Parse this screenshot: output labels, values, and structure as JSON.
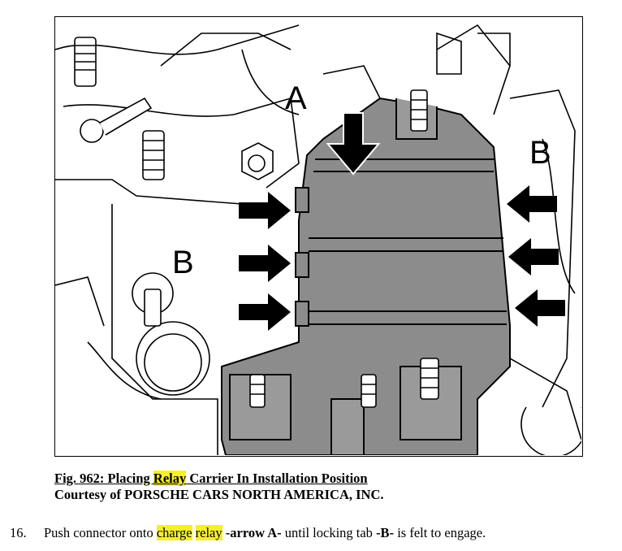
{
  "figure": {
    "label_a": "A",
    "label_b_right": "B",
    "label_b_left": "B",
    "arrow_color": "#000000",
    "carrier_color": "#8c8c8c"
  },
  "caption": {
    "prefix": "Fig. 962: Placing ",
    "highlight": "Relay",
    "suffix": " Carrier In Installation Position",
    "courtesy": "Courtesy of PORSCHE CARS NORTH AMERICA, INC."
  },
  "step": {
    "number": "16.",
    "text1": "Push connector onto ",
    "hl1": "charge",
    "sp": " ",
    "hl2": "relay",
    "sp2": " ",
    "bold1": "-arrow A-",
    "text2": " until locking tab ",
    "bold2": "-B-",
    "text3": " is felt to engage."
  },
  "highlight_color": "#f5ef2c"
}
